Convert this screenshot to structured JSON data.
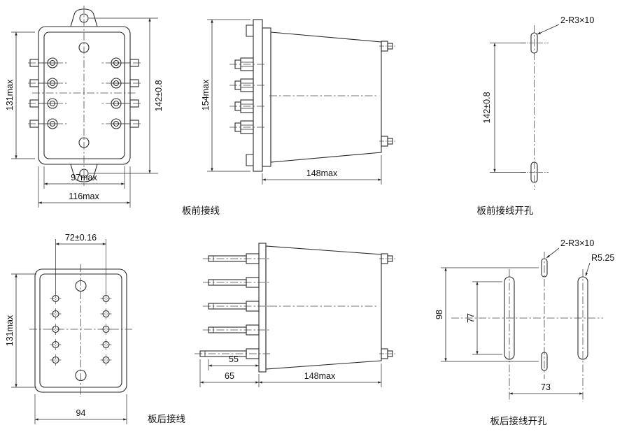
{
  "drawing": {
    "views": {
      "front_view": {
        "dim_body_height": "131max",
        "dim_mount_holes": "142±0.8",
        "dim_inner_width": "97max",
        "dim_outer_width": "116max"
      },
      "front_wiring_side": {
        "caption": "板前接线",
        "dim_height": "154max",
        "dim_depth": "148max"
      },
      "front_wiring_cutout": {
        "caption": "板前接线开孔",
        "slot_label": "2-R3×10",
        "dim_hole_spacing": "142±0.8"
      },
      "rear_view": {
        "caption": "板后接线",
        "dim_hole_columns": "72±0.16",
        "dim_body_height": "131max",
        "dim_outer_width": "94"
      },
      "rear_wiring_side": {
        "dim_pin_short": "55",
        "dim_pin_long": "65",
        "dim_depth": "148max"
      },
      "rear_wiring_cutout": {
        "caption": "板后接线开孔",
        "slot_label": "2-R3×10",
        "radius_label": "R5.25",
        "dim_slot_span": "98",
        "dim_slot_centers": "77",
        "dim_column_spacing": "73"
      }
    }
  }
}
